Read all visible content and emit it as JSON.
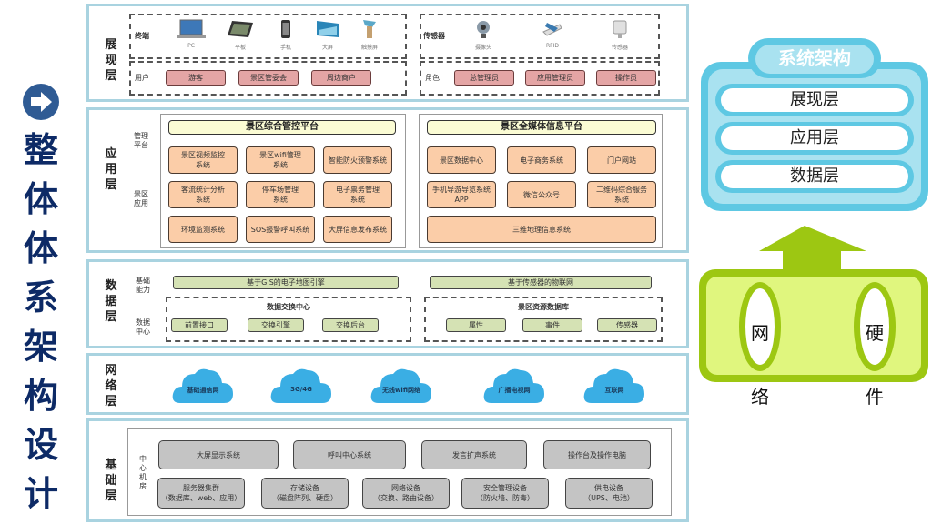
{
  "side_title": {
    "icon": "arrow-right-circle-icon",
    "chars": [
      "整",
      "体",
      "体",
      "系",
      "架",
      "构",
      "设",
      "计"
    ]
  },
  "presentation": {
    "label": [
      "展",
      "现",
      "层"
    ],
    "terminal_label": "终端",
    "terminals": [
      {
        "label": "PC",
        "icon": "laptop-icon"
      },
      {
        "label": "平板",
        "icon": "tablet-icon"
      },
      {
        "label": "手机",
        "icon": "phone-icon"
      },
      {
        "label": "大屏",
        "icon": "big-screen-icon"
      },
      {
        "label": "触摸屏",
        "icon": "kiosk-icon"
      }
    ],
    "sensor_label": "传感器",
    "sensors": [
      {
        "label": "摄像头",
        "icon": "camera-icon"
      },
      {
        "label": "RFID",
        "icon": "rfid-icon"
      },
      {
        "label": "传感器",
        "icon": "sensor-icon"
      }
    ],
    "user_label": "用户",
    "users": [
      "游客",
      "景区管委会",
      "周边商户"
    ],
    "role_label": "角色",
    "roles": [
      "总管理员",
      "应用管理员",
      "操作员"
    ]
  },
  "application": {
    "label": [
      "应",
      "用",
      "层"
    ],
    "mgmt_label": [
      "管理",
      "平台"
    ],
    "app_label": [
      "景区",
      "应用"
    ],
    "left_platform": "景区综合管控平台",
    "left_items": [
      [
        "景区视频监控",
        "系统"
      ],
      [
        "景区wifi管理",
        "系统"
      ],
      [
        "智能防火预警系统"
      ],
      [
        "客流统计分析",
        "系统"
      ],
      [
        "停车场管理",
        "系统"
      ],
      [
        "电子票务管理",
        "系统"
      ],
      [
        "环境监测系统"
      ],
      [
        "SOS报警呼叫系统"
      ],
      [
        "大屏信息发布系统"
      ]
    ],
    "right_platform": "景区全媒体信息平台",
    "right_items": [
      [
        "景区数据中心"
      ],
      [
        "电子商务系统"
      ],
      [
        "门户网站"
      ],
      [
        "手机导游导览系统",
        "APP"
      ],
      [
        "微信公众号"
      ],
      [
        "二维码综合服务",
        "系统"
      ]
    ],
    "right_wide": "三维地理信息系统"
  },
  "data": {
    "label": [
      "数",
      "据",
      "层"
    ],
    "base_label": [
      "基础",
      "能力"
    ],
    "center_label": [
      "数据",
      "中心"
    ],
    "base_left": "基于GIS的电子地图引擎",
    "base_right": "基于传感器的物联网",
    "exchange_title": "数据交换中心",
    "exchange_items": [
      "前置接口",
      "交换引擎",
      "交换后台"
    ],
    "db_title": "景区资源数据库",
    "db_items": [
      "属性",
      "事件",
      "传感器"
    ]
  },
  "network": {
    "label": [
      "网",
      "络",
      "层"
    ],
    "clouds": [
      "基础通信网",
      "3G/4G",
      "无线wifi网络",
      "广播电视网",
      "互联网"
    ]
  },
  "base": {
    "label": [
      "基",
      "础",
      "层"
    ],
    "room_label": [
      "中",
      "心",
      "机",
      "房"
    ],
    "row1": [
      "大屏显示系统",
      "呼叫中心系统",
      "发言扩声系统",
      "操作台及操作电脑"
    ],
    "row2": [
      [
        "服务器集群",
        "（数据库、web、应用）"
      ],
      [
        "存储设备",
        "（磁盘阵列、硬盘）"
      ],
      [
        "网络设备",
        "（交换、路由设备）"
      ],
      [
        "安全管理设备",
        "（防火墙、防毒）"
      ],
      [
        "供电设备",
        "（UPS、电池）"
      ]
    ]
  },
  "summary": {
    "title": "系统架构",
    "layers": [
      "展现层",
      "应用层",
      "数据层"
    ],
    "hardware_left": [
      "网",
      "络"
    ],
    "hardware_right": [
      "硬",
      "件"
    ]
  },
  "colors": {
    "title_navy": "#0d2a66",
    "panel_border": "#a9d3e0",
    "cloud_blue": "#3aaee4",
    "sky": "#5ec8e3",
    "lime": "#9dc712"
  }
}
